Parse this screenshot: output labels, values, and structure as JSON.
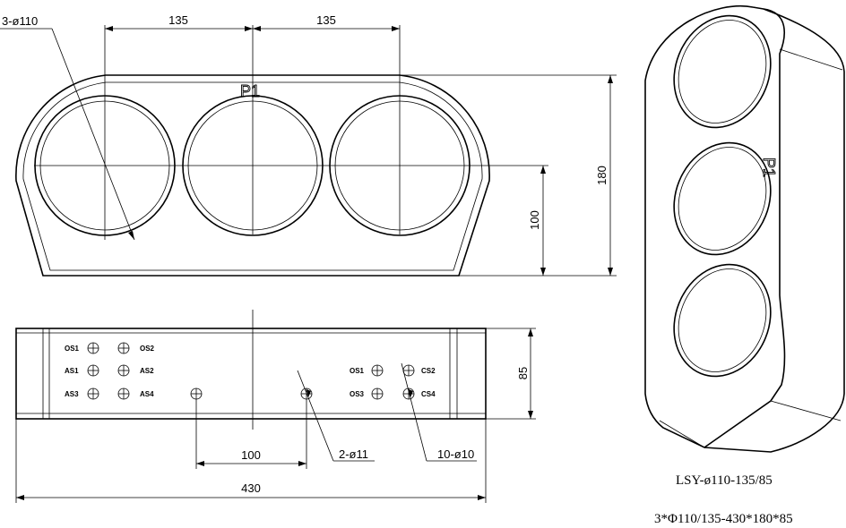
{
  "front_view": {
    "pitch_left": "135",
    "pitch_right": "135",
    "hole_callout": "3-ø110",
    "marking": "P1",
    "height_total": "180",
    "height_center": "100"
  },
  "bottom_view": {
    "terminals_left": [
      "OS1",
      "OS2",
      "AS1",
      "AS2",
      "AS3",
      "AS4"
    ],
    "terminals_right": [
      "OS1",
      "CS2",
      "OS3",
      "CS4"
    ],
    "depth": "85",
    "hole_spacing": "100",
    "mount_holes": "2-ø11",
    "terminal_holes": "10-ø10",
    "length": "430"
  },
  "iso_view": {
    "marking": "P1"
  },
  "caption": {
    "model": "LSY-ø110-135/85",
    "spec": "3*Φ110/135-430*180*85"
  }
}
